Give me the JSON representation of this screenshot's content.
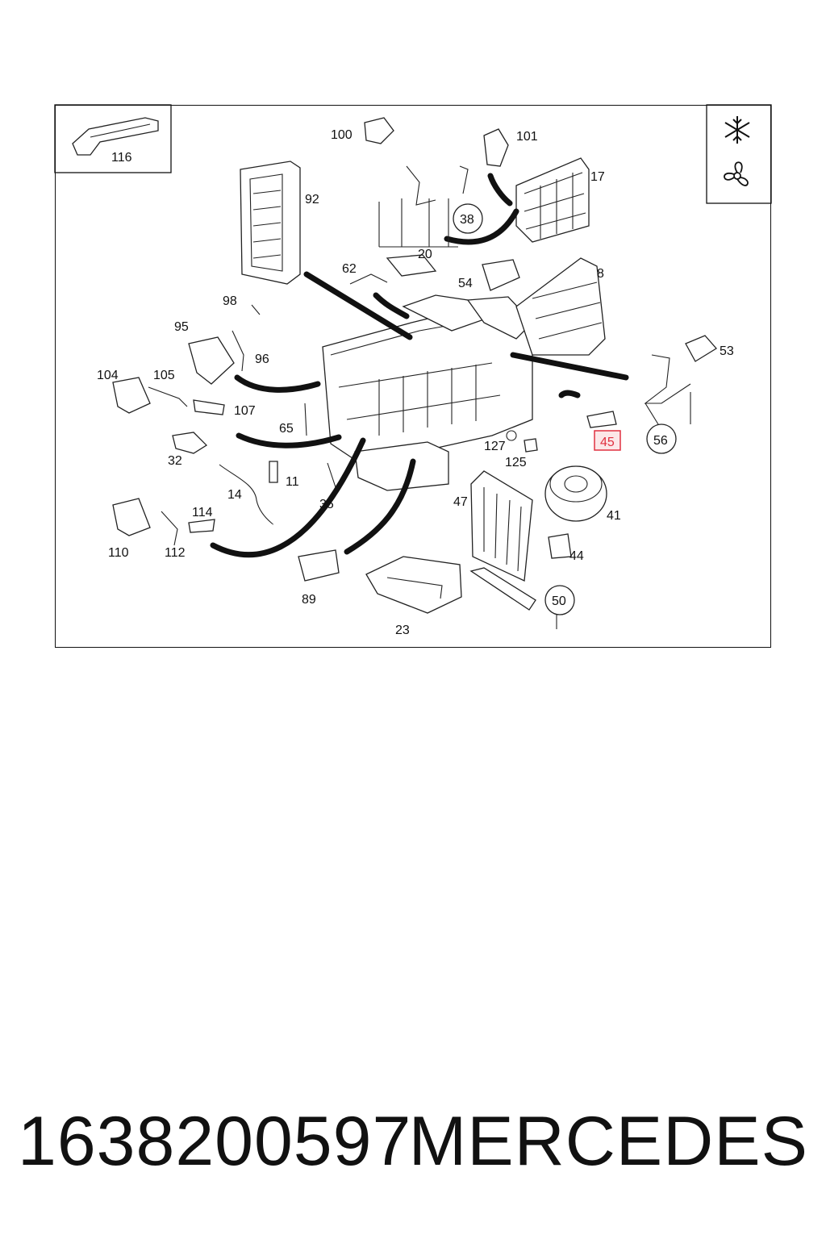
{
  "diagram": {
    "callouts": [
      "116",
      "100",
      "101",
      "17",
      "92",
      "38",
      "20",
      "62",
      "54",
      "8",
      "98",
      "95",
      "96",
      "104",
      "105",
      "107",
      "65",
      "53",
      "127",
      "125",
      "45",
      "56",
      "32",
      "14",
      "11",
      "35",
      "47",
      "41",
      "44",
      "110",
      "112",
      "114",
      "89",
      "23",
      "50"
    ],
    "highlighted_callout": "45",
    "legend_icons": [
      "snowflake-icon",
      "fan-icon"
    ],
    "highlight_color": "#e03040"
  },
  "footer": {
    "part_number": "1638200597",
    "brand": "MERCEDES"
  }
}
